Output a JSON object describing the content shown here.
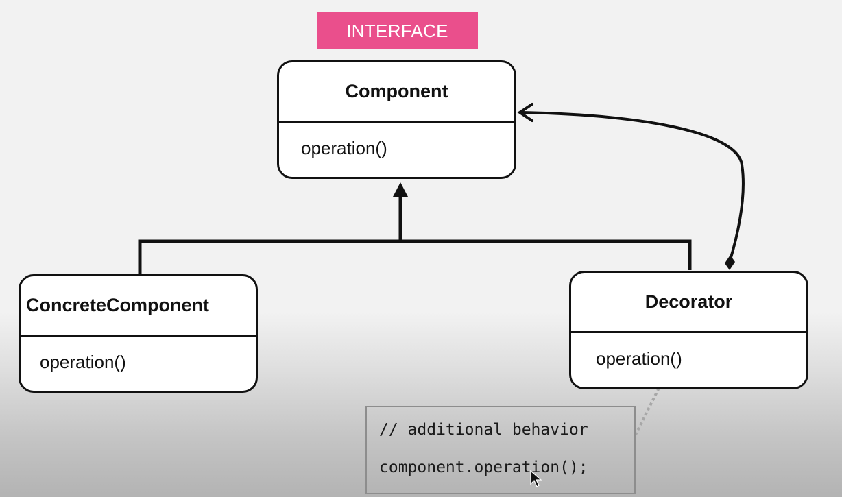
{
  "badge": {
    "label": "INTERFACE",
    "color": "#ea4f8c"
  },
  "component": {
    "name": "Component",
    "method": "operation()"
  },
  "concrete_component": {
    "name": "ConcreteComponent",
    "method": "operation()"
  },
  "decorator": {
    "name": "Decorator",
    "method": "operation()"
  },
  "note": {
    "line1": "// additional behavior",
    "line2": "component.operation();"
  },
  "icons": {
    "cursor": "mouse-pointer-icon"
  }
}
